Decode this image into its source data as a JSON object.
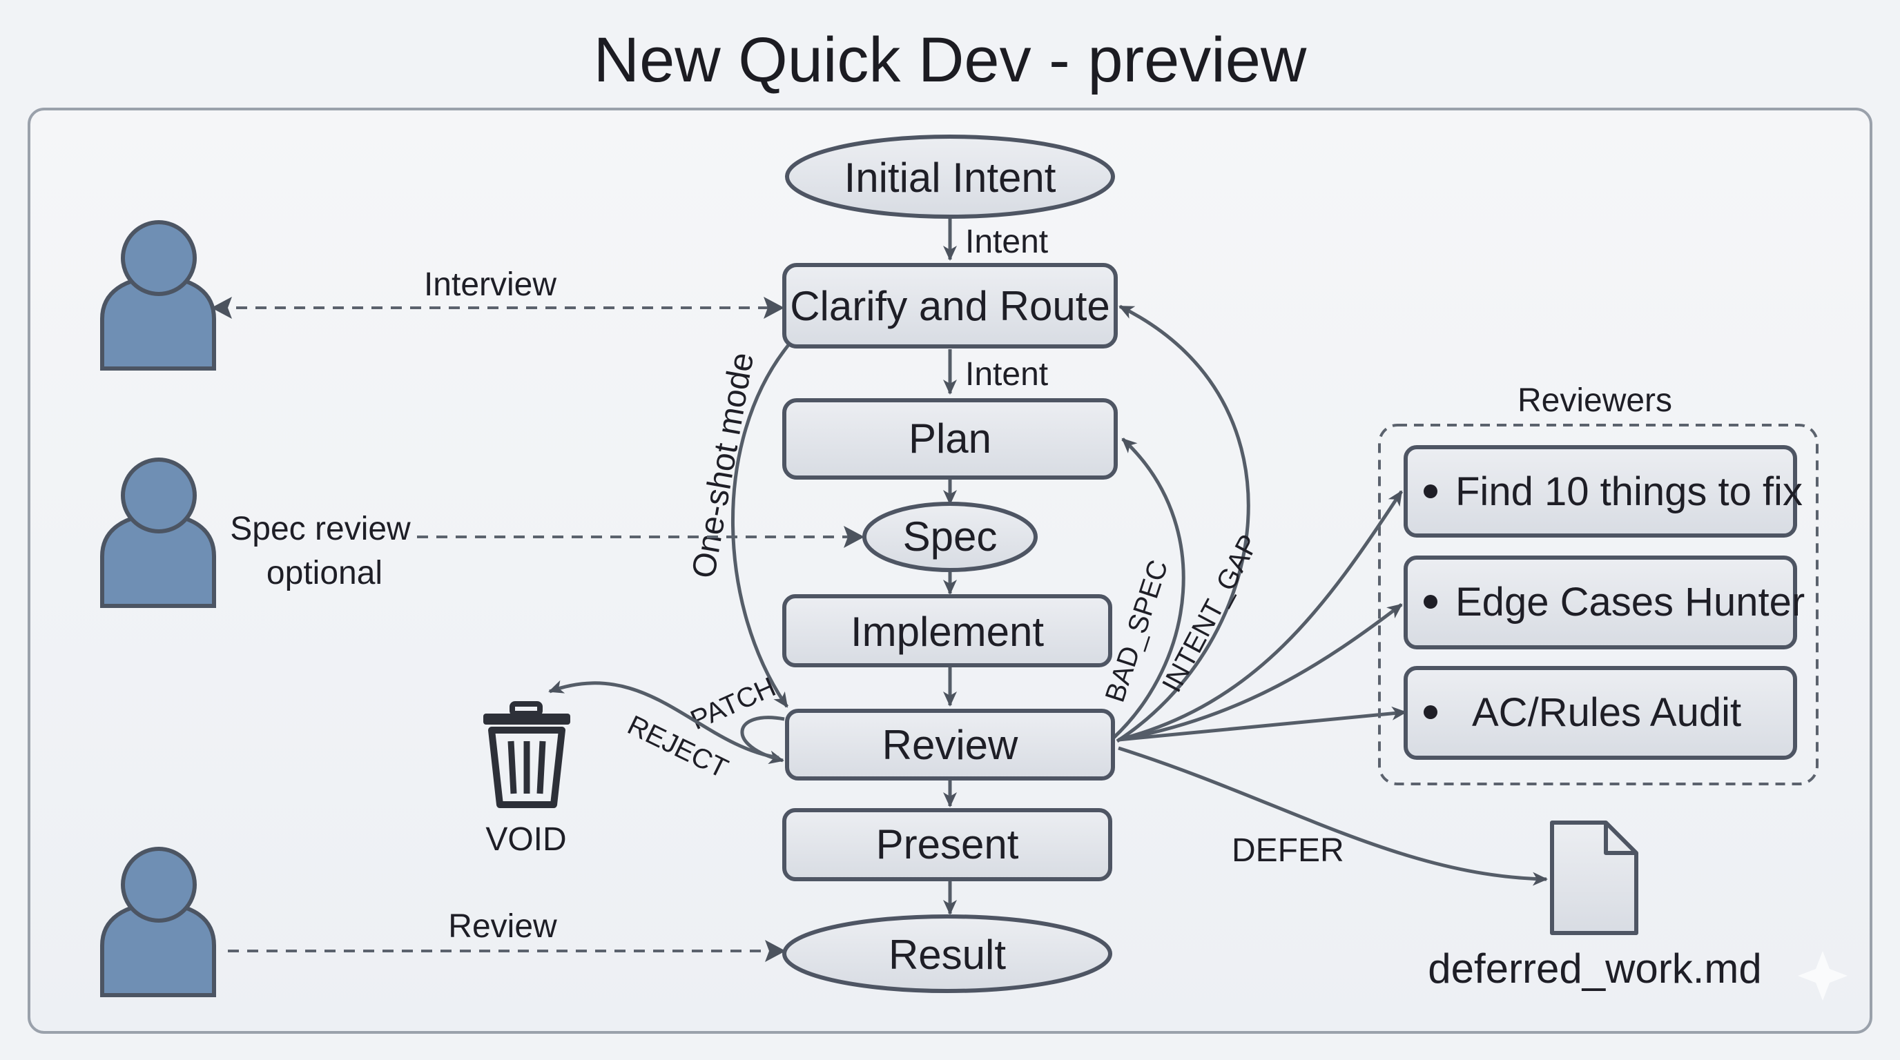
{
  "title": "New Quick Dev - preview",
  "nodes": {
    "initial_intent": "Initial Intent",
    "clarify_route": "Clarify and Route",
    "plan": "Plan",
    "spec": "Spec",
    "implement": "Implement",
    "review": "Review",
    "present": "Present",
    "result": "Result"
  },
  "edge_labels": {
    "intent_1": "Intent",
    "intent_2": "Intent",
    "interview": "Interview",
    "spec_review_line1": "Spec review",
    "spec_review_line2": "optional",
    "one_shot": "One-shot mode",
    "patch": "PATCH",
    "reject": "REJECT",
    "bad_spec": "BAD_SPEC",
    "intent_gap": "INTENT_GAP",
    "defer": "DEFER",
    "human_review": "Review"
  },
  "void_label": "VOID",
  "reviewers": {
    "title": "Reviewers",
    "items": [
      "Find 10 things to fix",
      "Edge Cases Hunter",
      "AC/Rules Audit"
    ]
  },
  "deferred_file": "deferred_work.md",
  "icons": [
    "person-icon",
    "trash-icon",
    "document-icon"
  ],
  "colors": {
    "background": "#f1f3f6",
    "node_fill": "#e3e6eb",
    "node_stroke": "#4e5563",
    "person_fill": "#6f8fb4",
    "edge": "#555d68"
  }
}
